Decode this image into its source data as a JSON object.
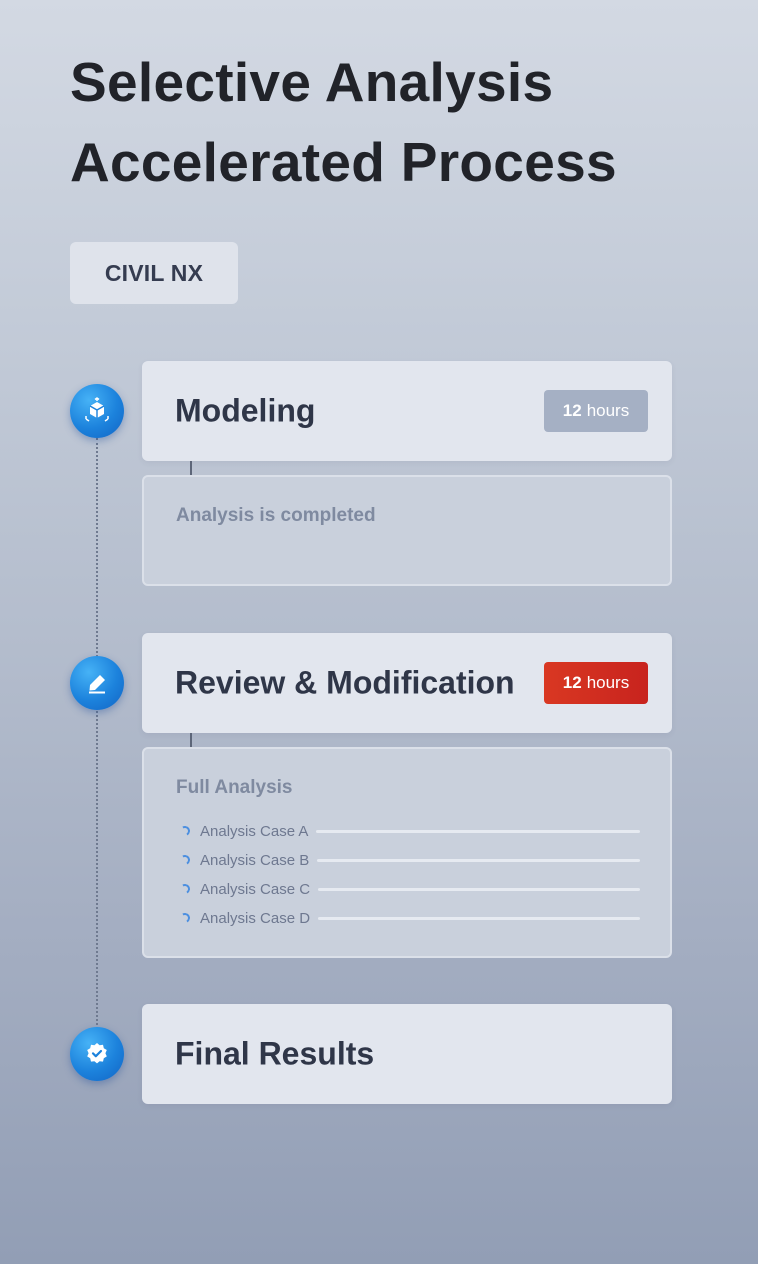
{
  "title": {
    "line1": "Selective Analysis",
    "line2": "Accelerated Process"
  },
  "chip": {
    "label": "CIVIL NX"
  },
  "steps": [
    {
      "title": "Modeling",
      "icon": "model-box-icon",
      "hours": {
        "value": "12",
        "unit": "hours",
        "color": "#a5b0c4"
      },
      "detail": {
        "text": "Analysis is completed"
      }
    },
    {
      "title": "Review & Modification",
      "icon": "edit-pencil-icon",
      "hours": {
        "value": "12",
        "unit": "hours",
        "color": "#d32f21"
      },
      "detail": {
        "heading": "Full Analysis",
        "cases": [
          "Analysis Case A",
          "Analysis Case B",
          "Analysis Case C",
          "Analysis Case D"
        ]
      }
    },
    {
      "title": "Final Results",
      "icon": "verified-badge-icon"
    }
  ],
  "colors": {
    "accent_blue": "#1c82dc",
    "accent_red": "#d32f21",
    "text_dark": "#2f3648"
  }
}
